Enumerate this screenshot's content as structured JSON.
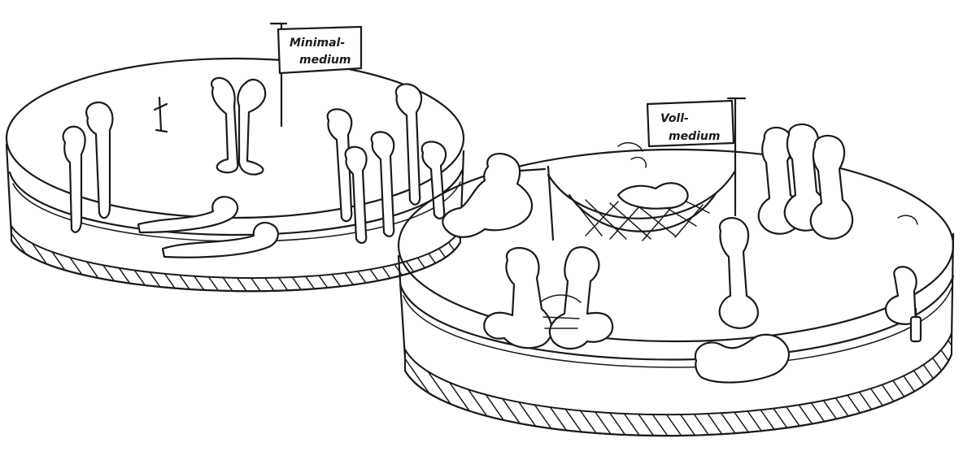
{
  "signs": {
    "left": {
      "line1": "Minimal-",
      "line2": "medium"
    },
    "right": {
      "line1": "Voll-",
      "line2": "medium"
    }
  },
  "colors": {
    "ink": "#1a1a1a",
    "paper": "#ffffff"
  }
}
